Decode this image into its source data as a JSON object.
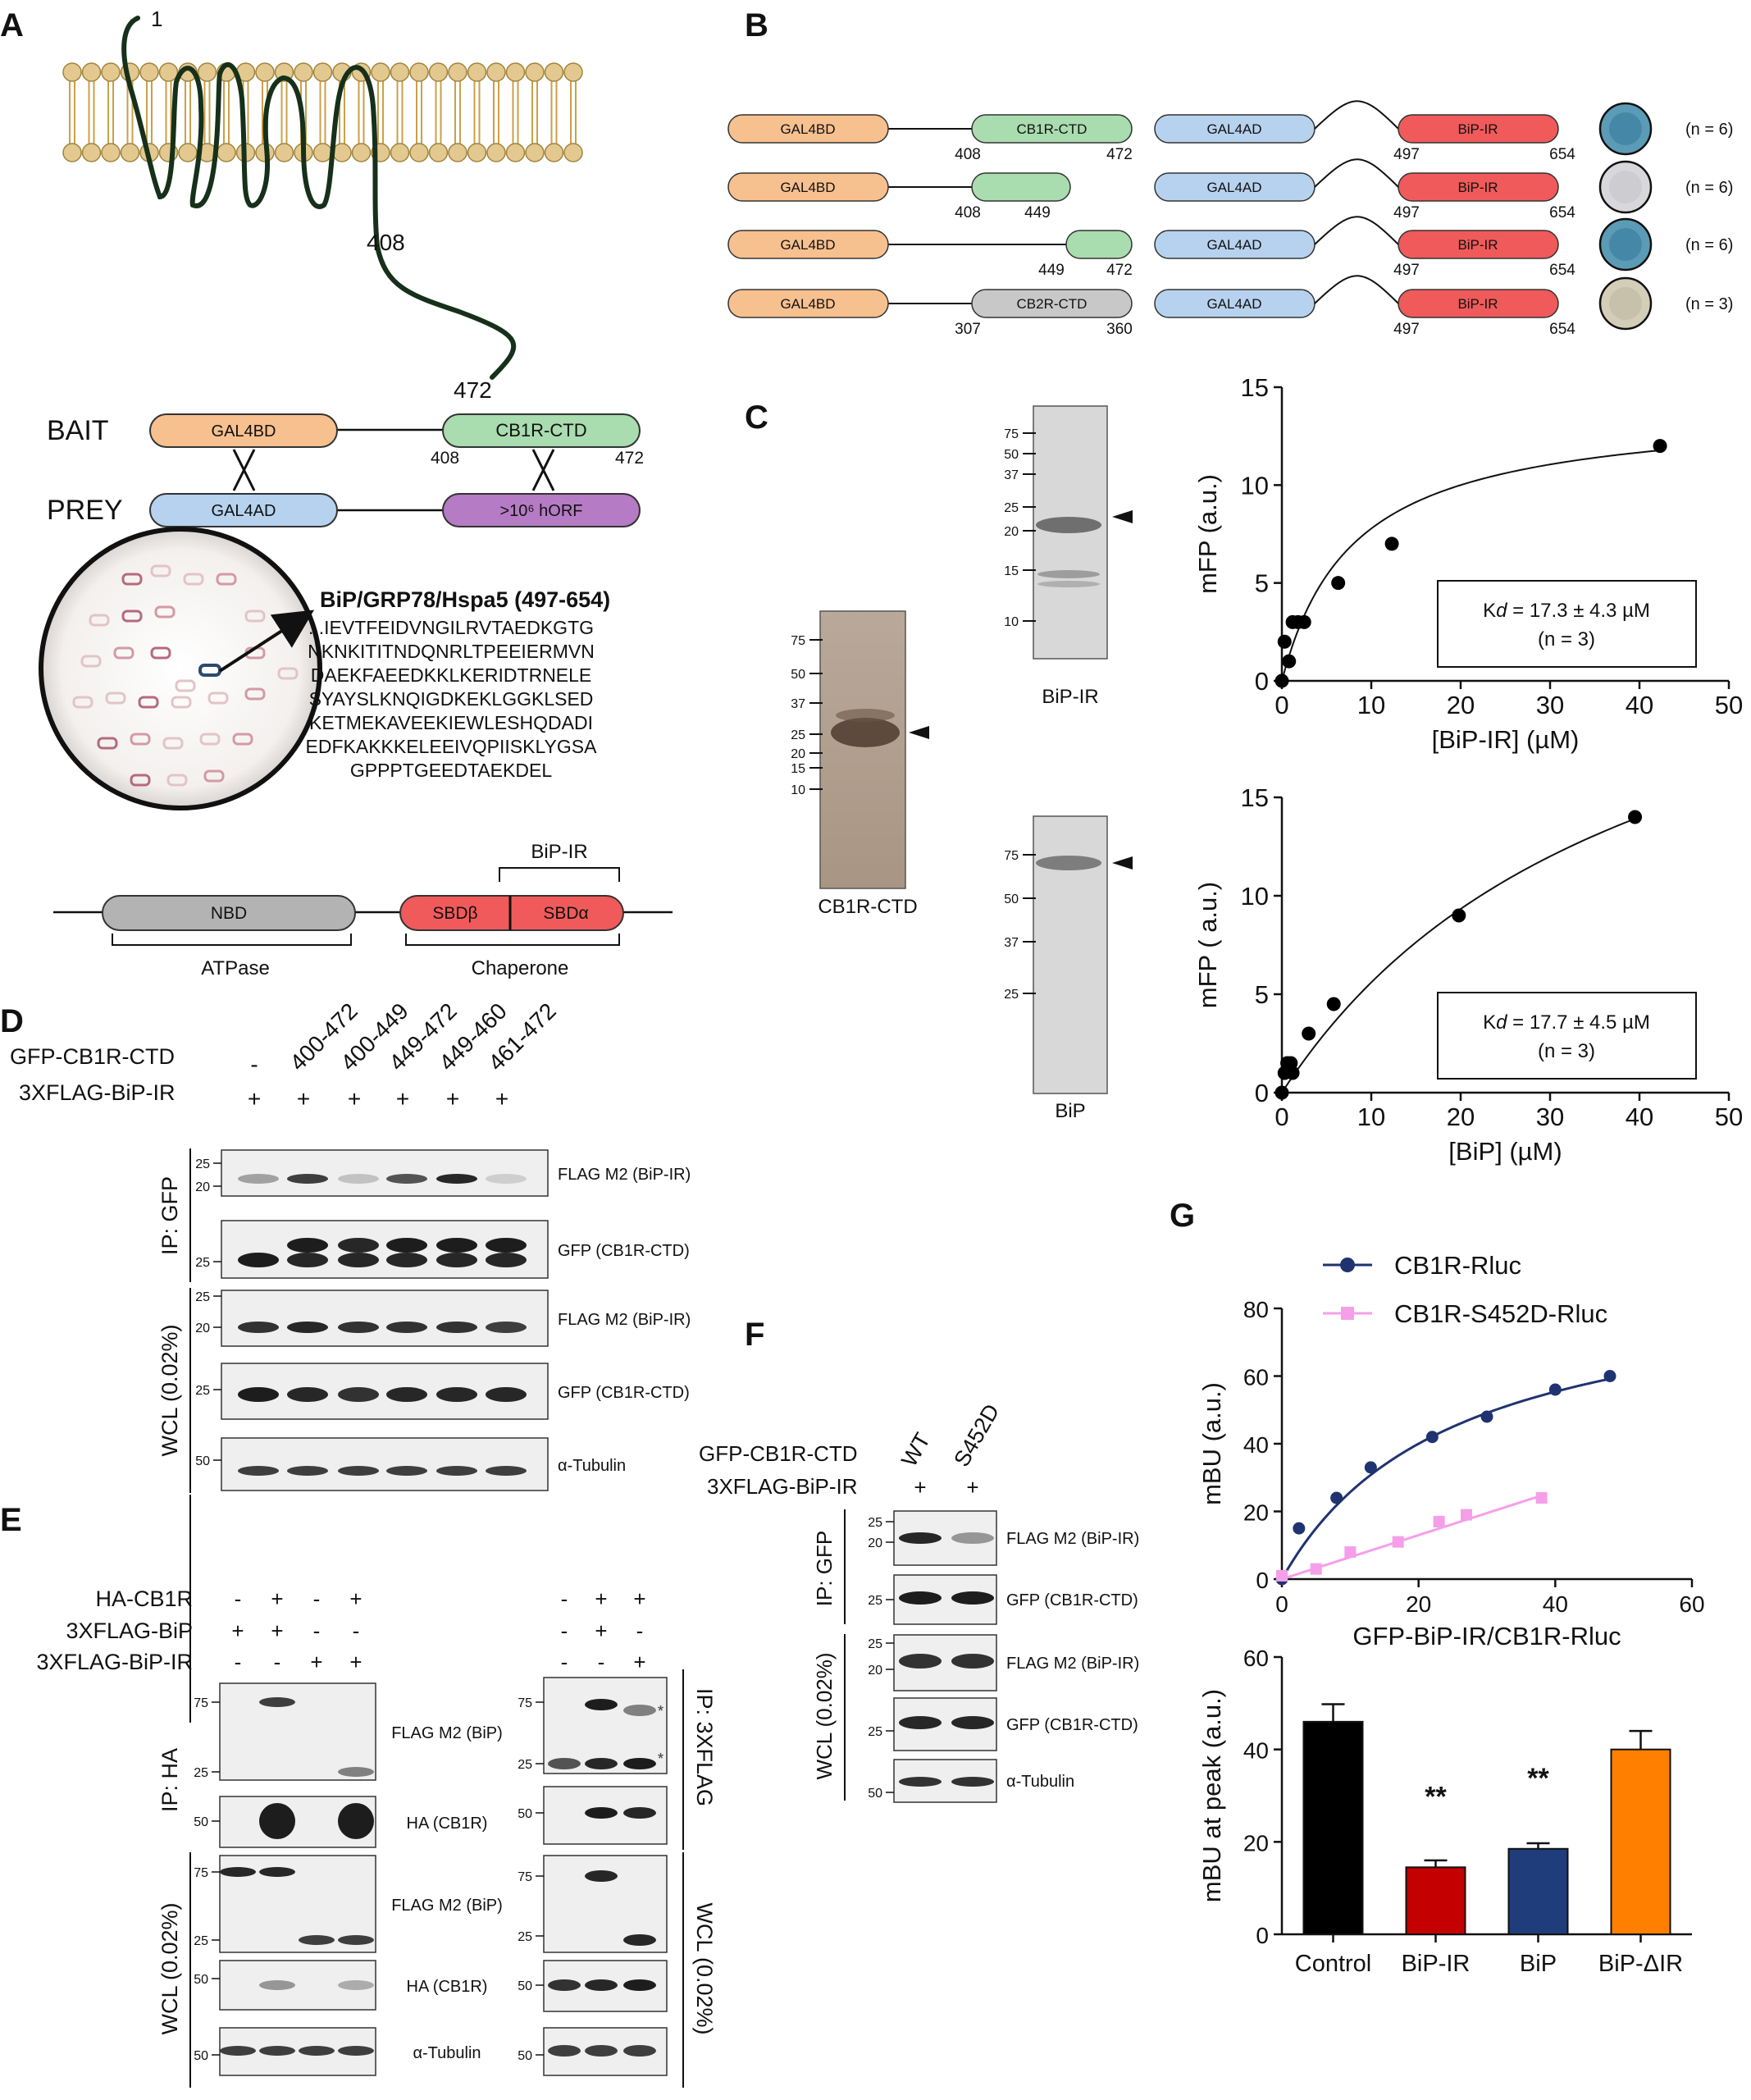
{
  "panels": {
    "A": {
      "letter": "A",
      "topology": {
        "n_label": "1",
        "res_mid": "408",
        "res_end": "472"
      },
      "y2h": {
        "bait_label": "BAIT",
        "prey_label": "PREY",
        "bait_bd": "GAL4BD",
        "bait_ctd": "CB1R-CTD",
        "bait_start": "408",
        "bait_end": "472",
        "prey_ad": "GAL4AD",
        "prey_lib": ">10⁶ hORF"
      },
      "hit": {
        "title": "BiP/GRP78/Hspa5 (497-654)",
        "sequence": [
          "...IEVTFEIDVNGILRVTAEDKGTG",
          "NKNKITITNDQNRLTPEEIERMVN",
          "DAEKFAEEDKKLKERIDTRNELE",
          "SYAYSLKNQIGDKEKLGGKLSED",
          "KETMEKAVEEKIEWLESHQDADI",
          "EDFKAKKKELEEIVQPIISKLYGSA",
          "GPPPTGEEDTAEKDEL"
        ]
      },
      "domains": {
        "nbd": "NBD",
        "sbd_beta": "SBDβ",
        "sbd_alpha": "SBDα",
        "bip_ir": "BiP-IR",
        "atpase": "ATPase",
        "chaperone": "Chaperone"
      }
    },
    "B": {
      "letter": "B",
      "rows": [
        {
          "bd": "GAL4BD",
          "bait": "CB1R-CTD",
          "start": "408",
          "end": "472",
          "ad": "GAL4AD",
          "prey": "BiP-IR",
          "p_start": "497",
          "p_end": "654",
          "n": "(n = 6)",
          "result": "blue"
        },
        {
          "bd": "GAL4BD",
          "bait": "",
          "start": "408",
          "end": "449",
          "ad": "GAL4AD",
          "prey": "BiP-IR",
          "p_start": "497",
          "p_end": "654",
          "n": "(n = 6)",
          "result": "white"
        },
        {
          "bd": "GAL4BD",
          "bait": "",
          "start": "449",
          "end": "472",
          "ad": "GAL4AD",
          "prey": "BiP-IR",
          "p_start": "497",
          "p_end": "654",
          "n": "(n = 6)",
          "result": "blue"
        },
        {
          "bd": "GAL4BD",
          "bait": "CB2R-CTD",
          "start": "307",
          "end": "360",
          "ad": "GAL4AD",
          "prey": "BiP-IR",
          "p_start": "497",
          "p_end": "654",
          "n": "(n = 3)",
          "result": "beige"
        }
      ]
    },
    "C": {
      "letter": "C",
      "gel_ctd": {
        "label": "CB1R-CTD",
        "markers": [
          "75",
          "50",
          "37",
          "25",
          "20",
          "15",
          "10"
        ]
      },
      "gel_bipir": {
        "label": "BiP-IR",
        "markers": [
          "75",
          "50",
          "37",
          "25",
          "20",
          "15",
          "10"
        ]
      },
      "gel_bip": {
        "label": "BiP",
        "markers": [
          "75",
          "50",
          "37",
          "25"
        ]
      },
      "kd_top": {
        "kd_prefix": "K",
        "kd_italic": "d",
        "kd_value": " = 17.3 ± 4.3 µM",
        "n": "(n = 3)"
      },
      "kd_bottom": {
        "kd_prefix": "K",
        "kd_italic": "d",
        "kd_value": " = 17.7 ± 4.5 µM",
        "n": "(n = 3)"
      }
    },
    "D": {
      "letter": "D",
      "row1_label": "GFP-CB1R-CTD",
      "row2_label": "3XFLAG-BiP-IR",
      "lanes": [
        "-",
        "400-472",
        "400-449",
        "449-472",
        "449-460",
        "461-472"
      ],
      "plus": [
        "+",
        "+",
        "+",
        "+",
        "+",
        "+"
      ],
      "ip_label": "IP: GFP",
      "wcl_label": "WCL (0.02%)",
      "blots": [
        "FLAG M2 (BiP-IR)",
        "GFP (CB1R-CTD)",
        "FLAG M2 (BiP-IR)",
        "GFP (CB1R-CTD)",
        "α-Tubulin"
      ]
    },
    "E": {
      "letter": "E",
      "row_labels": [
        "HA-CB1R",
        "3XFLAG-BiP",
        "3XFLAG-BiP-IR"
      ],
      "left_signs": [
        [
          "-",
          "+",
          "-",
          "+"
        ],
        [
          "+",
          "+",
          "-",
          "-"
        ],
        [
          "-",
          "-",
          "+",
          "+"
        ]
      ],
      "right_signs": [
        [
          "-",
          "+",
          "+"
        ],
        [
          "-",
          "+",
          "-"
        ],
        [
          "-",
          "-",
          "+"
        ]
      ],
      "ip_left": "IP: HA",
      "wcl_left": "WCL (0.02%)",
      "ip_right": "IP: 3XFLAG",
      "wcl_right": "WCL (0.02%)",
      "blots": [
        "FLAG M2 (BiP)",
        "HA (CB1R)",
        "FLAG M2 (BiP)",
        "HA (CB1R)",
        "α-Tubulin"
      ],
      "star": "*"
    },
    "F": {
      "letter": "F",
      "row1_label": "GFP-CB1R-CTD",
      "row2_label": "3XFLAG-BiP-IR",
      "lanes": [
        "WT",
        "S452D"
      ],
      "plus": [
        "+",
        "+"
      ],
      "ip_label": "IP: GFP",
      "wcl_label": "WCL (0.02%)",
      "blots": [
        "FLAG M2 (BiP-IR)",
        "GFP (CB1R-CTD)",
        "FLAG M2 (BiP-IR)",
        "GFP (CB1R-CTD)",
        "α-Tubulin"
      ]
    },
    "G": {
      "letter": "G"
    }
  },
  "chart_data": [
    {
      "type": "scatter",
      "panel": "C-top",
      "xlabel": "[BiP-IR] (µM)",
      "ylabel": "mFP (a.u.)",
      "xlim": [
        0,
        50
      ],
      "ylim": [
        0,
        15
      ],
      "xticks": [
        0,
        10,
        20,
        30,
        40,
        50
      ],
      "yticks": [
        0,
        5,
        10,
        15
      ],
      "x": [
        0,
        0.3,
        0.8,
        1.2,
        1.8,
        2.5,
        6.3,
        12.3,
        42.3
      ],
      "y": [
        0,
        2,
        1,
        3,
        3,
        3,
        5,
        7,
        12
      ],
      "fit": {
        "Bmax": 14.0,
        "Kd": 8.0
      }
    },
    {
      "type": "scatter",
      "panel": "C-bottom",
      "xlabel": "[BiP] (µM)",
      "ylabel": "mFP ( a.u.)",
      "xlim": [
        0,
        50
      ],
      "ylim": [
        0,
        15
      ],
      "xticks": [
        0,
        10,
        20,
        30,
        40,
        50
      ],
      "yticks": [
        0,
        5,
        10,
        15
      ],
      "x": [
        0,
        0.3,
        0.6,
        1.0,
        1.2,
        3.0,
        5.8,
        19.8,
        39.5
      ],
      "y": [
        0,
        1,
        1.5,
        1.5,
        1,
        3,
        4.5,
        9,
        14
      ],
      "fit": {
        "Bmax": 28.0,
        "Kd": 40.0
      }
    },
    {
      "type": "scatter",
      "panel": "G-top",
      "xlabel": "GFP-BiP-IR/CB1R-Rluc",
      "ylabel": "mBU (a.u.)",
      "xlim": [
        0,
        60
      ],
      "ylim": [
        0,
        80
      ],
      "xticks": [
        0,
        20,
        40,
        60
      ],
      "yticks": [
        0,
        20,
        40,
        60,
        80
      ],
      "series": [
        {
          "name": "CB1R-Rluc",
          "color": "#1f3370",
          "marker": "circle",
          "x": [
            0,
            2.5,
            8,
            13,
            22,
            30,
            40,
            48
          ],
          "y": [
            0,
            15,
            24,
            33,
            42,
            48,
            56,
            60
          ],
          "fit": {
            "type": "hyperbolic",
            "Bmax": 90,
            "Kd": 25
          }
        },
        {
          "name": "CB1R-S452D-Rluc",
          "color": "#f59fea",
          "marker": "square",
          "x": [
            0,
            5,
            10,
            17,
            23,
            27,
            38
          ],
          "y": [
            1,
            3,
            8,
            11,
            17,
            19,
            24
          ],
          "fit": {
            "type": "linear",
            "slope": 0.65
          }
        }
      ]
    },
    {
      "type": "bar",
      "panel": "G-bottom",
      "ylabel": "mBU at peak (a.u.)",
      "ylim": [
        0,
        60
      ],
      "yticks": [
        0,
        20,
        40,
        60
      ],
      "categories": [
        "Control",
        "BiP-IR",
        "BiP",
        "BiP-ΔIR"
      ],
      "values": [
        46,
        14.5,
        18.5,
        40
      ],
      "errors": [
        3.8,
        1.5,
        1.2,
        4
      ],
      "colors": [
        "#000000",
        "#c40000",
        "#1f3d7a",
        "#ff8000"
      ],
      "annotations": [
        "",
        "**",
        "**",
        ""
      ]
    }
  ]
}
